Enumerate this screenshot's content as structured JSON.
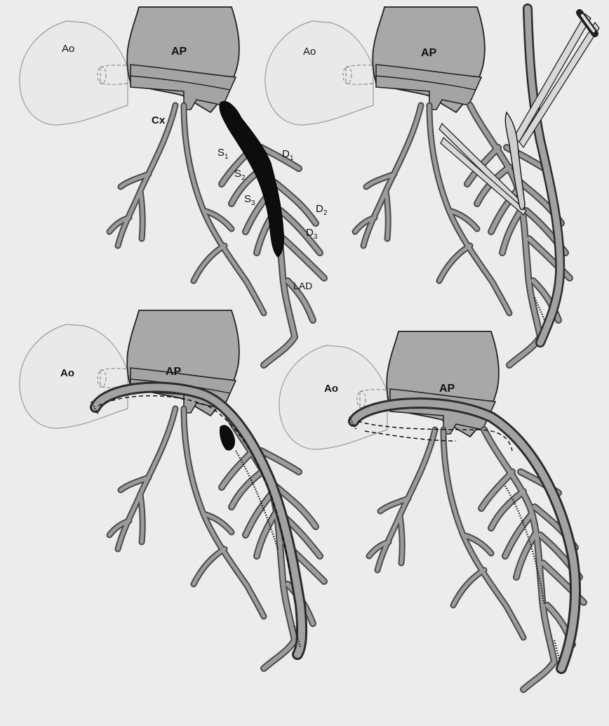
{
  "panels": [
    {
      "id": "top-left",
      "labels": {
        "ao": "Ao",
        "ap": "AP",
        "cx": "Cx",
        "s1_base": "S",
        "s1_sub": "1",
        "s2_base": "S",
        "s2_sub": "2",
        "s3_base": "S",
        "s3_sub": "3",
        "d1_base": "D",
        "d1_sub": "1",
        "d2_base": "D",
        "d2_sub": "2",
        "d3_base": "D",
        "d3_sub": "3",
        "lad": "LAD"
      }
    },
    {
      "id": "top-right",
      "labels": {
        "ao": "Ao",
        "ap": "AP"
      }
    },
    {
      "id": "bottom-left",
      "labels": {
        "ao": "Ao",
        "ap": "AP"
      }
    },
    {
      "id": "bottom-right",
      "labels": {
        "ao": "Ao",
        "ap": "AP"
      }
    }
  ],
  "colors": {
    "background": "#ececec",
    "aorta_fill": "#e9e9e9",
    "pulmonary_artery_fill": "#a8a8a8",
    "vessel_fill": "#9c9c9c",
    "thrombus": "#0d0d0d"
  }
}
